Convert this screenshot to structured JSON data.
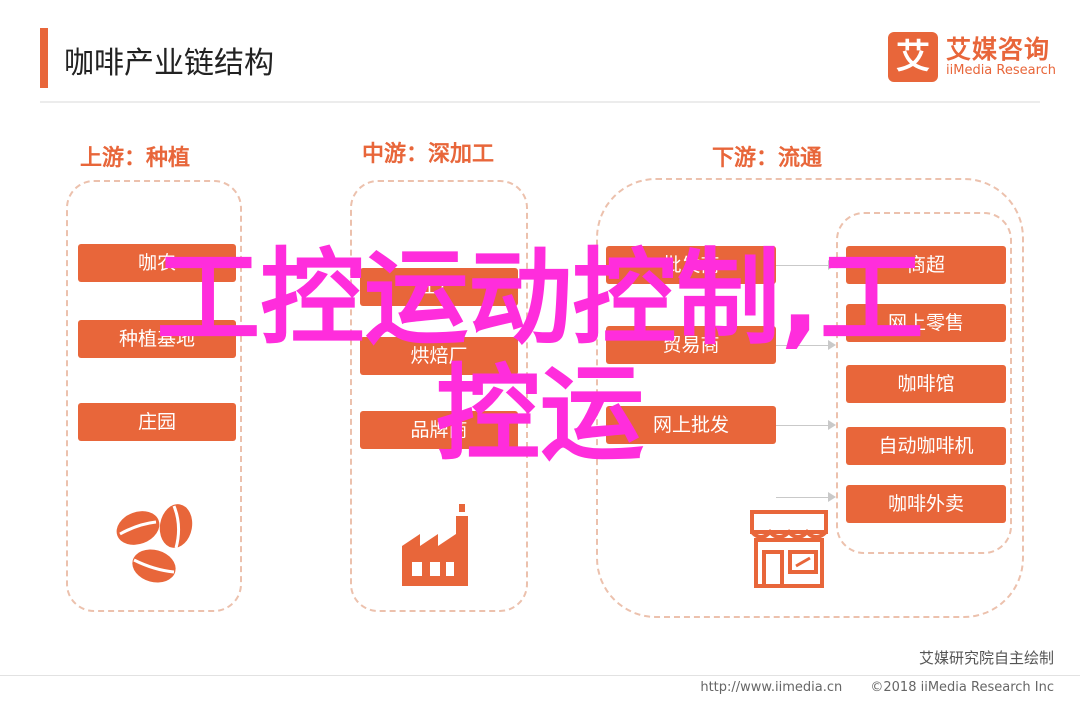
{
  "header": {
    "title": "咖啡产业链结构",
    "logo_mark": "艾",
    "logo_cn": "艾媒咨询",
    "logo_en": "iiMedia Research"
  },
  "stages": {
    "upstream": {
      "label": "上游：种植",
      "items": [
        "咖农",
        "种植基地",
        "庄园"
      ],
      "icon": "coffee-beans-icon"
    },
    "midstream": {
      "label": "中游：深加工",
      "items": [
        "工厂",
        "烘焙厂",
        "品牌商"
      ],
      "icon": "factory-icon"
    },
    "downstream": {
      "label": "下游：流通",
      "left_items": [
        "批发商",
        "贸易商",
        "网上批发"
      ],
      "right_items": [
        "商超",
        "网上零售",
        "咖啡馆",
        "自动咖啡机",
        "咖啡外卖"
      ],
      "icon": "store-icon"
    }
  },
  "overlay": {
    "line1": "工控运动控制,工",
    "line2": "控运"
  },
  "footer": {
    "credit": "艾媒研究院自主绘制",
    "url": "http://www.iimedia.cn",
    "copyright": "©2018  iiMedia Research  Inc"
  },
  "colors": {
    "accent": "#e8663a",
    "panel_border": "#ecc1ad",
    "overlay": "#ff2ddc"
  }
}
